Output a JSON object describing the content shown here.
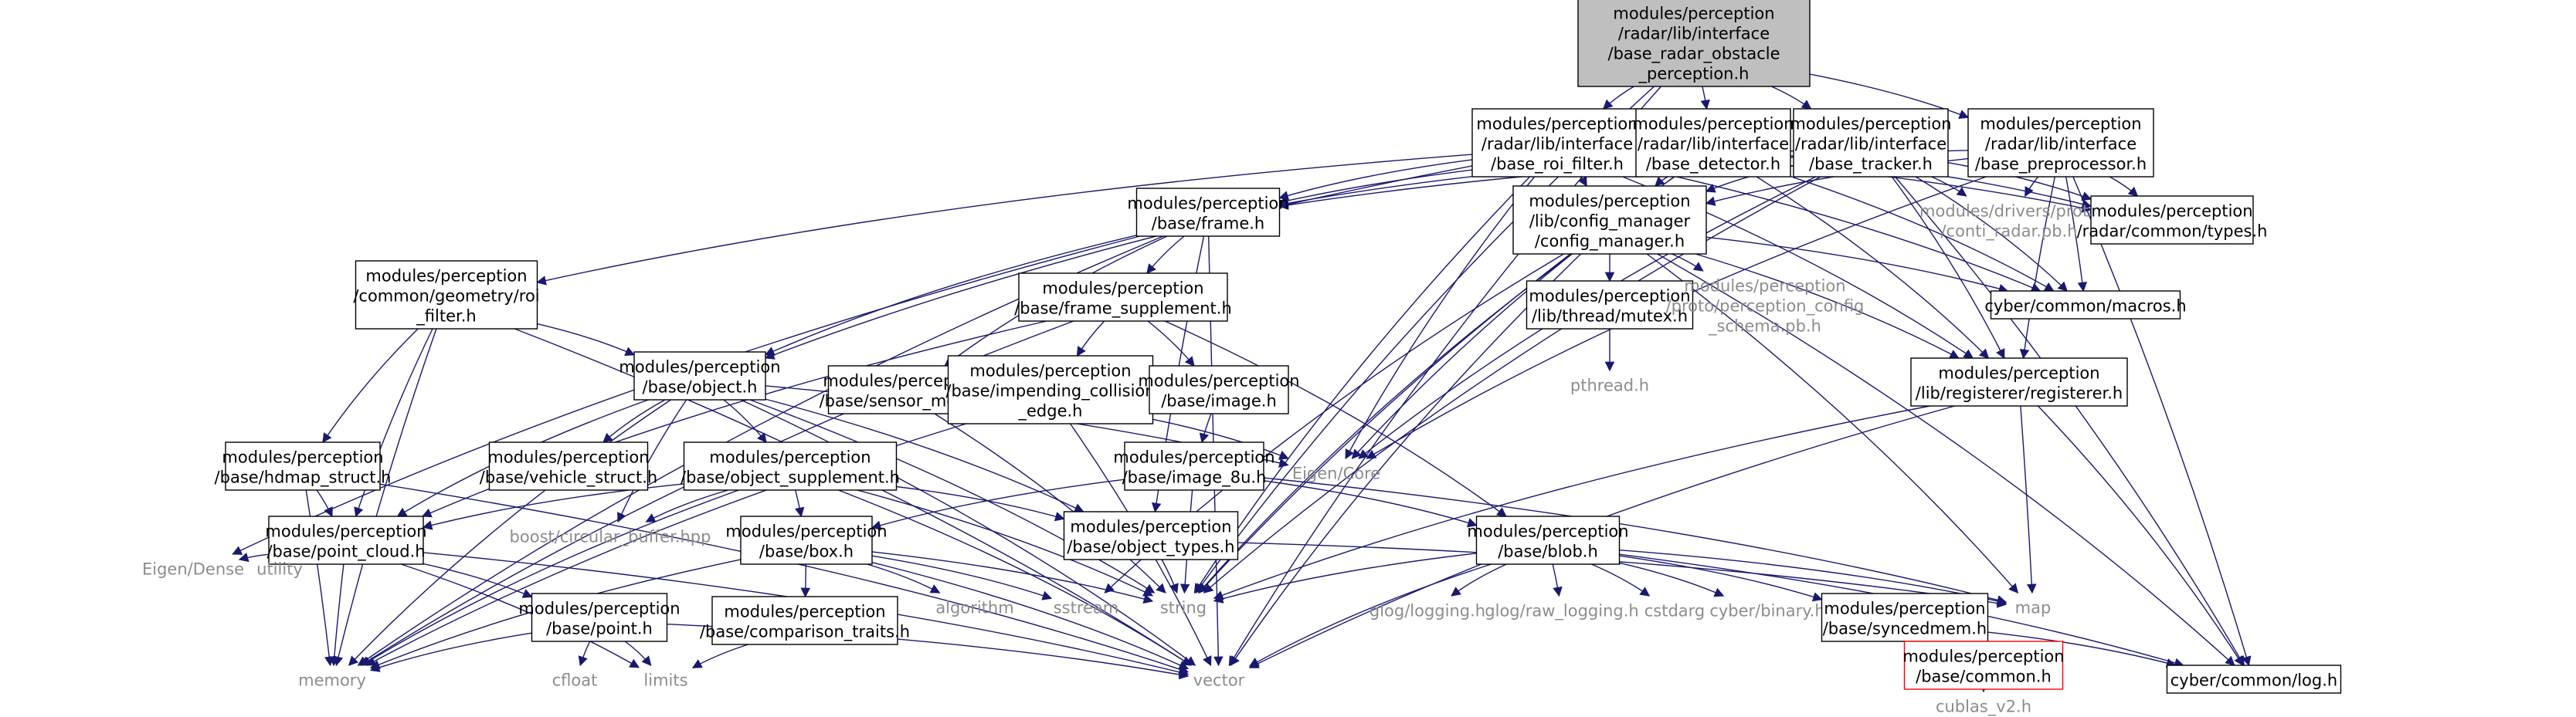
{
  "nodes": [
    {
      "id": "root",
      "lines": [
        "modules/perception",
        "/radar/lib/interface",
        "/base_radar_obstacle",
        "_perception.h"
      ],
      "style": "root"
    },
    {
      "id": "roi_filter",
      "lines": [
        "modules/perception",
        "/radar/lib/interface",
        "/base_roi_filter.h"
      ],
      "style": "box"
    },
    {
      "id": "detector",
      "lines": [
        "modules/perception",
        "/radar/lib/interface",
        "/base_detector.h"
      ],
      "style": "box"
    },
    {
      "id": "tracker",
      "lines": [
        "modules/perception",
        "/radar/lib/interface",
        "/base_tracker.h"
      ],
      "style": "box"
    },
    {
      "id": "preprocessor",
      "lines": [
        "modules/perception",
        "/radar/lib/interface",
        "/base_preprocessor.h"
      ],
      "style": "box"
    },
    {
      "id": "frame",
      "lines": [
        "modules/perception",
        "/base/frame.h"
      ],
      "style": "box"
    },
    {
      "id": "config_manager",
      "lines": [
        "modules/perception",
        "/lib/config_manager",
        "/config_manager.h"
      ],
      "style": "box"
    },
    {
      "id": "conti_radar",
      "lines": [
        "modules/drivers/proto",
        "/conti_radar.pb.h"
      ],
      "style": "gray"
    },
    {
      "id": "radar_types",
      "lines": [
        "modules/perception",
        "/radar/common/types.h"
      ],
      "style": "box"
    },
    {
      "id": "roi_filter_geo",
      "lines": [
        "modules/perception",
        "/common/geometry/roi",
        "_filter.h"
      ],
      "style": "box"
    },
    {
      "id": "frame_supplement",
      "lines": [
        "modules/perception",
        "/base/frame_supplement.h"
      ],
      "style": "box"
    },
    {
      "id": "mutex",
      "lines": [
        "modules/perception",
        "/lib/thread/mutex.h"
      ],
      "style": "box"
    },
    {
      "id": "pc_schema",
      "lines": [
        "modules/perception",
        "/proto/perception_config",
        "_schema.pb.h"
      ],
      "style": "gray"
    },
    {
      "id": "macros",
      "lines": [
        "cyber/common/macros.h"
      ],
      "style": "box"
    },
    {
      "id": "object",
      "lines": [
        "modules/perception",
        "/base/object.h"
      ],
      "style": "box"
    },
    {
      "id": "sensor_meta",
      "lines": [
        "modules/perception",
        "/base/sensor_meta.h"
      ],
      "style": "box"
    },
    {
      "id": "impending",
      "lines": [
        "modules/perception",
        "/base/impending_collision",
        "_edge.h"
      ],
      "style": "box"
    },
    {
      "id": "image",
      "lines": [
        "modules/perception",
        "/base/image.h"
      ],
      "style": "box"
    },
    {
      "id": "pthread",
      "lines": [
        "pthread.h"
      ],
      "style": "gray"
    },
    {
      "id": "registerer",
      "lines": [
        "modules/perception",
        "/lib/registerer/registerer.h"
      ],
      "style": "box"
    },
    {
      "id": "hdmap_struct",
      "lines": [
        "modules/perception",
        "/base/hdmap_struct.h"
      ],
      "style": "box"
    },
    {
      "id": "vehicle_struct",
      "lines": [
        "modules/perception",
        "/base/vehicle_struct.h"
      ],
      "style": "box"
    },
    {
      "id": "object_supplement",
      "lines": [
        "modules/perception",
        "/base/object_supplement.h"
      ],
      "style": "box"
    },
    {
      "id": "eigen_core",
      "lines": [
        "Eigen/Core"
      ],
      "style": "gray"
    },
    {
      "id": "image_8u",
      "lines": [
        "modules/perception",
        "/base/image_8u.h"
      ],
      "style": "box"
    },
    {
      "id": "point_cloud",
      "lines": [
        "modules/perception",
        "/base/point_cloud.h"
      ],
      "style": "box"
    },
    {
      "id": "circular_buffer",
      "lines": [
        "boost/circular_buffer.hpp"
      ],
      "style": "gray"
    },
    {
      "id": "box_h",
      "lines": [
        "modules/perception",
        "/base/box.h"
      ],
      "style": "box"
    },
    {
      "id": "object_types",
      "lines": [
        "modules/perception",
        "/base/object_types.h"
      ],
      "style": "box"
    },
    {
      "id": "blob",
      "lines": [
        "modules/perception",
        "/base/blob.h"
      ],
      "style": "box"
    },
    {
      "id": "eigen_dense",
      "lines": [
        "Eigen/Dense"
      ],
      "style": "gray"
    },
    {
      "id": "utility",
      "lines": [
        "utility"
      ],
      "style": "gray"
    },
    {
      "id": "point",
      "lines": [
        "modules/perception",
        "/base/point.h"
      ],
      "style": "box"
    },
    {
      "id": "comparison_traits",
      "lines": [
        "modules/perception",
        "/base/comparison_traits.h"
      ],
      "style": "box"
    },
    {
      "id": "algorithm",
      "lines": [
        "algorithm"
      ],
      "style": "gray"
    },
    {
      "id": "sstream",
      "lines": [
        "sstream"
      ],
      "style": "gray"
    },
    {
      "id": "string",
      "lines": [
        "string"
      ],
      "style": "gray"
    },
    {
      "id": "glog_logging",
      "lines": [
        "glog/logging.h"
      ],
      "style": "gray"
    },
    {
      "id": "glog_raw",
      "lines": [
        "glog/raw_logging.h"
      ],
      "style": "gray"
    },
    {
      "id": "cstdarg",
      "lines": [
        "cstdarg"
      ],
      "style": "gray"
    },
    {
      "id": "cyber_binary",
      "lines": [
        "cyber/binary.h"
      ],
      "style": "gray"
    },
    {
      "id": "syncedmem",
      "lines": [
        "modules/perception",
        "/base/syncedmem.h"
      ],
      "style": "box"
    },
    {
      "id": "map",
      "lines": [
        "map"
      ],
      "style": "gray"
    },
    {
      "id": "memory",
      "lines": [
        "memory"
      ],
      "style": "gray"
    },
    {
      "id": "cfloat",
      "lines": [
        "cfloat"
      ],
      "style": "gray"
    },
    {
      "id": "limits",
      "lines": [
        "limits"
      ],
      "style": "gray"
    },
    {
      "id": "vector",
      "lines": [
        "vector"
      ],
      "style": "gray"
    },
    {
      "id": "base_common",
      "lines": [
        "modules/perception",
        "/base/common.h"
      ],
      "style": "red"
    },
    {
      "id": "cyber_log",
      "lines": [
        "cyber/common/log.h"
      ],
      "style": "box"
    },
    {
      "id": "cublas",
      "lines": [
        "cublas_v2.h"
      ],
      "style": "gray"
    }
  ],
  "edges": [
    [
      "root",
      "roi_filter"
    ],
    [
      "root",
      "detector"
    ],
    [
      "root",
      "tracker"
    ],
    [
      "root",
      "preprocessor"
    ],
    [
      "root",
      "string"
    ],
    [
      "root",
      "vector"
    ],
    [
      "roi_filter",
      "frame"
    ],
    [
      "roi_filter",
      "config_manager"
    ],
    [
      "roi_filter",
      "roi_filter_geo"
    ],
    [
      "roi_filter",
      "eigen_core"
    ],
    [
      "roi_filter",
      "macros"
    ],
    [
      "roi_filter",
      "registerer"
    ],
    [
      "roi_filter",
      "string"
    ],
    [
      "roi_filter",
      "object"
    ],
    [
      "roi_filter",
      "radar_types"
    ],
    [
      "detector",
      "frame"
    ],
    [
      "detector",
      "config_manager"
    ],
    [
      "detector",
      "eigen_core"
    ],
    [
      "detector",
      "macros"
    ],
    [
      "detector",
      "registerer"
    ],
    [
      "detector",
      "string"
    ],
    [
      "detector",
      "radar_types"
    ],
    [
      "tracker",
      "frame"
    ],
    [
      "tracker",
      "config_manager"
    ],
    [
      "tracker",
      "eigen_core"
    ],
    [
      "tracker",
      "macros"
    ],
    [
      "tracker",
      "registerer"
    ],
    [
      "tracker",
      "string"
    ],
    [
      "tracker",
      "radar_types"
    ],
    [
      "tracker",
      "conti_radar"
    ],
    [
      "tracker",
      "cyber_log"
    ],
    [
      "preprocessor",
      "frame"
    ],
    [
      "preprocessor",
      "config_manager"
    ],
    [
      "preprocessor",
      "conti_radar"
    ],
    [
      "preprocessor",
      "radar_types"
    ],
    [
      "preprocessor",
      "macros"
    ],
    [
      "preprocessor",
      "registerer"
    ],
    [
      "preprocessor",
      "eigen_core"
    ],
    [
      "preprocessor",
      "cyber_log"
    ],
    [
      "frame",
      "frame_supplement"
    ],
    [
      "frame",
      "object"
    ],
    [
      "frame",
      "sensor_meta"
    ],
    [
      "frame",
      "object_types"
    ],
    [
      "frame",
      "eigen_dense"
    ],
    [
      "frame",
      "memory"
    ],
    [
      "frame",
      "vector"
    ],
    [
      "config_manager",
      "mutex"
    ],
    [
      "config_manager",
      "pc_schema"
    ],
    [
      "config_manager",
      "macros"
    ],
    [
      "config_manager",
      "registerer"
    ],
    [
      "config_manager",
      "string"
    ],
    [
      "config_manager",
      "map"
    ],
    [
      "config_manager",
      "vector"
    ],
    [
      "config_manager",
      "sstream"
    ],
    [
      "config_manager",
      "cyber_log"
    ],
    [
      "roi_filter_geo",
      "object"
    ],
    [
      "roi_filter_geo",
      "hdmap_struct"
    ],
    [
      "roi_filter_geo",
      "point_cloud"
    ],
    [
      "roi_filter_geo",
      "vector"
    ],
    [
      "roi_filter_geo",
      "memory"
    ],
    [
      "frame_supplement",
      "impending"
    ],
    [
      "frame_supplement",
      "image"
    ],
    [
      "frame_supplement",
      "blob"
    ],
    [
      "frame_supplement",
      "memory"
    ],
    [
      "frame_supplement",
      "point_cloud"
    ],
    [
      "mutex",
      "pthread"
    ],
    [
      "object",
      "vehicle_struct"
    ],
    [
      "object_supplement",
      "circular_buffer"
    ],
    [
      "object",
      "object_supplement"
    ],
    [
      "object",
      "point_cloud"
    ],
    [
      "object",
      "eigen_core"
    ],
    [
      "object",
      "string"
    ],
    [
      "object",
      "vector"
    ],
    [
      "object",
      "circular_buffer"
    ],
    [
      "object",
      "object_types"
    ],
    [
      "object",
      "memory"
    ],
    [
      "sensor_meta",
      "string"
    ],
    [
      "impending",
      "eigen_core"
    ],
    [
      "impending",
      "vector"
    ],
    [
      "impending",
      "memory"
    ],
    [
      "image",
      "image_8u"
    ],
    [
      "registerer",
      "map"
    ],
    [
      "registerer",
      "string"
    ],
    [
      "registerer",
      "vector"
    ],
    [
      "registerer",
      "cyber_log"
    ],
    [
      "hdmap_struct",
      "point_cloud"
    ],
    [
      "hdmap_struct",
      "memory"
    ],
    [
      "hdmap_struct",
      "vector"
    ],
    [
      "object_supplement",
      "box_h"
    ],
    [
      "object_supplement",
      "point_cloud"
    ],
    [
      "object_supplement",
      "object_types"
    ],
    [
      "object_supplement",
      "string"
    ],
    [
      "object_supplement",
      "vector"
    ],
    [
      "object_supplement",
      "memory"
    ],
    [
      "image_8u",
      "blob"
    ],
    [
      "image_8u",
      "box_h"
    ],
    [
      "image_8u",
      "map"
    ],
    [
      "image_8u",
      "string"
    ],
    [
      "point_cloud",
      "point"
    ],
    [
      "point_cloud",
      "eigen_dense"
    ],
    [
      "point_cloud",
      "utility"
    ],
    [
      "point_cloud",
      "memory"
    ],
    [
      "point_cloud",
      "limits"
    ],
    [
      "point_cloud",
      "vector"
    ],
    [
      "box_h",
      "comparison_traits"
    ],
    [
      "box_h",
      "algorithm"
    ],
    [
      "box_h",
      "sstream"
    ],
    [
      "box_h",
      "string"
    ],
    [
      "box_h",
      "memory"
    ],
    [
      "box_h",
      "vector"
    ],
    [
      "object_types",
      "string"
    ],
    [
      "object_types",
      "map"
    ],
    [
      "blob",
      "syncedmem"
    ],
    [
      "blob",
      "glog_logging"
    ],
    [
      "blob",
      "glog_raw"
    ],
    [
      "blob",
      "cstdarg"
    ],
    [
      "blob",
      "cyber_binary"
    ],
    [
      "blob",
      "string"
    ],
    [
      "blob",
      "vector"
    ],
    [
      "blob",
      "map"
    ],
    [
      "blob",
      "cyber_log"
    ],
    [
      "point",
      "cfloat"
    ],
    [
      "point",
      "limits"
    ],
    [
      "point",
      "memory"
    ],
    [
      "point",
      "vector"
    ],
    [
      "comparison_traits",
      "limits"
    ],
    [
      "syncedmem",
      "base_common"
    ],
    [
      "syncedmem",
      "cyber_log"
    ],
    [
      "base_common",
      "cublas"
    ]
  ]
}
